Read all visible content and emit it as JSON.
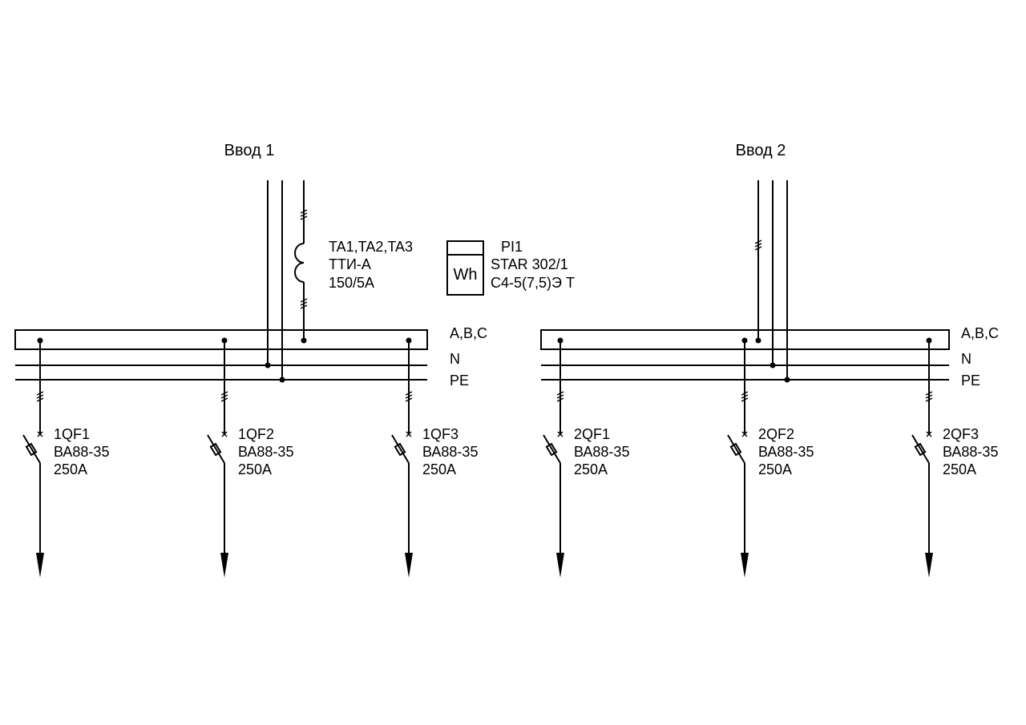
{
  "diagram": {
    "inputs": [
      {
        "title": "Ввод 1"
      },
      {
        "title": "Ввод 2"
      }
    ],
    "bus_labels": {
      "phases": "A,B,C",
      "neutral": "N",
      "protective": "PE"
    },
    "current_transformer": {
      "designation": "TA1,TA2,TA3",
      "type": "ТТИ-А",
      "ratio": "150/5А"
    },
    "meter": {
      "designation": "PI1",
      "symbol": "Wh",
      "model": "STAR 302/1",
      "variant": "C4-5(7,5)Э Т"
    },
    "breakers": [
      {
        "designation": "1QF1",
        "model": "ВА88-35",
        "rating": "250А"
      },
      {
        "designation": "1QF2",
        "model": "ВА88-35",
        "rating": "250А"
      },
      {
        "designation": "1QF3",
        "model": "ВА88-35",
        "rating": "250А"
      },
      {
        "designation": "2QF1",
        "model": "ВА88-35",
        "rating": "250А"
      },
      {
        "designation": "2QF2",
        "model": "ВА88-35",
        "rating": "250А"
      },
      {
        "designation": "2QF3",
        "model": "ВА88-35",
        "rating": "250А"
      }
    ]
  }
}
